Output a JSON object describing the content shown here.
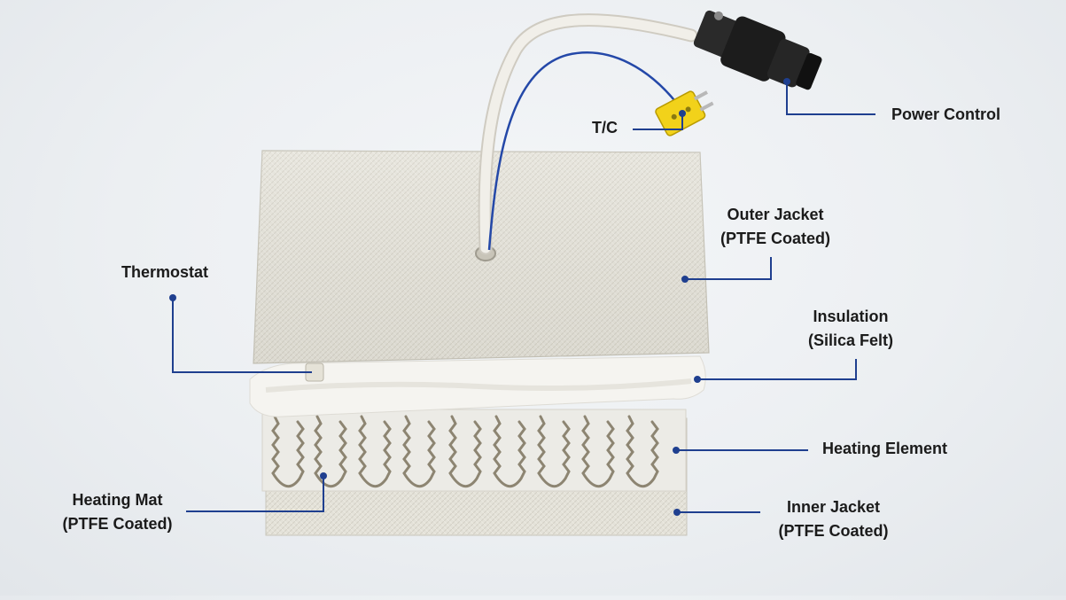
{
  "colors": {
    "leader_line": "#1f3f8f",
    "fabric": "#e3e1d8",
    "insulation": "#f3f2ee",
    "connector_yellow": "#f2d21a",
    "cable": "#e9e6df",
    "thermocouple_wire": "#2448a8",
    "power_connector": "#222222"
  },
  "labels": {
    "power_control": "Power Control",
    "tc": "T/C",
    "outer_jacket": {
      "line1": "Outer Jacket",
      "line2": "(PTFE Coated)"
    },
    "thermostat": "Thermostat",
    "insulation": {
      "line1": "Insulation",
      "line2": "(Silica Felt)"
    },
    "heating_element": "Heating Element",
    "heating_mat": {
      "line1": "Heating Mat",
      "line2": "(PTFE Coated)"
    },
    "inner_jacket": {
      "line1": "Inner Jacket",
      "line2": "(PTFE Coated)"
    }
  }
}
